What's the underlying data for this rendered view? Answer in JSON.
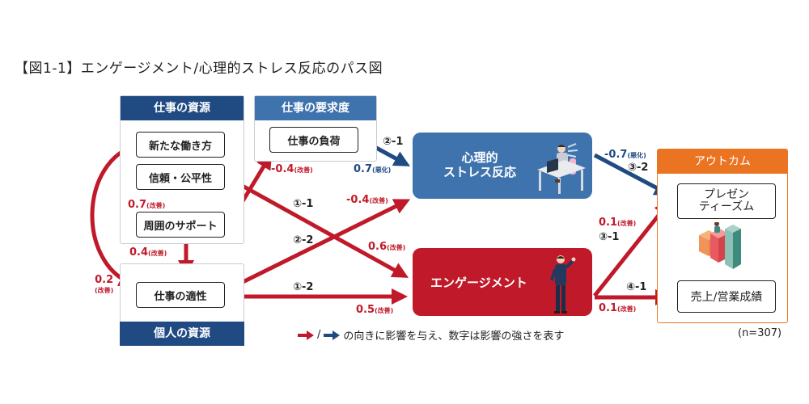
{
  "title": "【図1-1】エンゲージメント/心理的ストレス反応のパス図",
  "colors": {
    "red": "#c01a2a",
    "blue": "#1f4a82",
    "stress_box": "#3f73ad",
    "orange": "#ea7422"
  },
  "groups": {
    "job_resources": {
      "header": "仕事の資源",
      "items": [
        "新たな働き方",
        "信頼・公平性",
        "周囲のサポート"
      ]
    },
    "personal_resources": {
      "header": "個人の資源",
      "items": [
        "仕事の適性"
      ]
    },
    "job_demands": {
      "header": "仕事の要求度",
      "items": [
        "仕事の負荷"
      ]
    },
    "outcomes": {
      "header": "アウトカム",
      "items": [
        "プレゼン\nティーズム",
        "売上/営業成績"
      ]
    }
  },
  "nodes": {
    "new_work": "新たな働き方",
    "trust": "信頼・公平性",
    "support": "周囲のサポート",
    "fit": "仕事の適性",
    "load": "仕事の負荷",
    "stress_line1": "心理的",
    "stress_line2": "ストレス反応",
    "engagement": "エンゲージメント",
    "presenteeism_line1": "プレゼン",
    "presenteeism_line2": "ティーズム",
    "sales": "売上/営業成績"
  },
  "paths": [
    {
      "from": "信頼・公平性",
      "to": "周囲のサポート",
      "coef": "0.7",
      "note": "(改善)",
      "color": "red"
    },
    {
      "from": "周囲のサポート",
      "to": "仕事の適性",
      "coef": "0.4",
      "note": "(改善)",
      "color": "red"
    },
    {
      "from": "新たな働き方",
      "to": "仕事の適性",
      "coef": "0.2",
      "note": "(改善)",
      "color": "red"
    },
    {
      "from": "周囲のサポート",
      "to": "仕事の負荷",
      "coef": "-0.4",
      "note": "(改善)",
      "color": "red"
    },
    {
      "from": "仕事の負荷",
      "to": "心理的ストレス反応",
      "coef": "0.7",
      "note": "(悪化)",
      "color": "blue",
      "id": "②-1"
    },
    {
      "from": "信頼・公平性",
      "to": "エンゲージメント",
      "coef": "0.6",
      "note": "(改善)",
      "color": "red",
      "id": "①-1"
    },
    {
      "from": "仕事の適性",
      "to": "心理的ストレス反応",
      "coef": "-0.4",
      "note": "(改善)",
      "color": "red",
      "id": "②-2"
    },
    {
      "from": "仕事の適性",
      "to": "エンゲージメント",
      "coef": "0.5",
      "note": "(改善)",
      "color": "red",
      "id": "①-2"
    },
    {
      "from": "心理的ストレス反応",
      "to": "プレゼンティーズム",
      "coef": "-0.7",
      "note": "(悪化)",
      "color": "blue",
      "id": "③-2"
    },
    {
      "from": "エンゲージメント",
      "to": "プレゼンティーズム",
      "coef": "0.1",
      "note": "(改善)",
      "color": "red",
      "id": "③-1"
    },
    {
      "from": "エンゲージメント",
      "to": "売上/営業成績",
      "coef": "0.1",
      "note": "(改善)",
      "color": "red",
      "id": "④-1"
    }
  ],
  "legend": {
    "separator": "/",
    "text": "の向きに影響を与え、数字は影響の強さを表す"
  },
  "sample_size": "(n=307)"
}
